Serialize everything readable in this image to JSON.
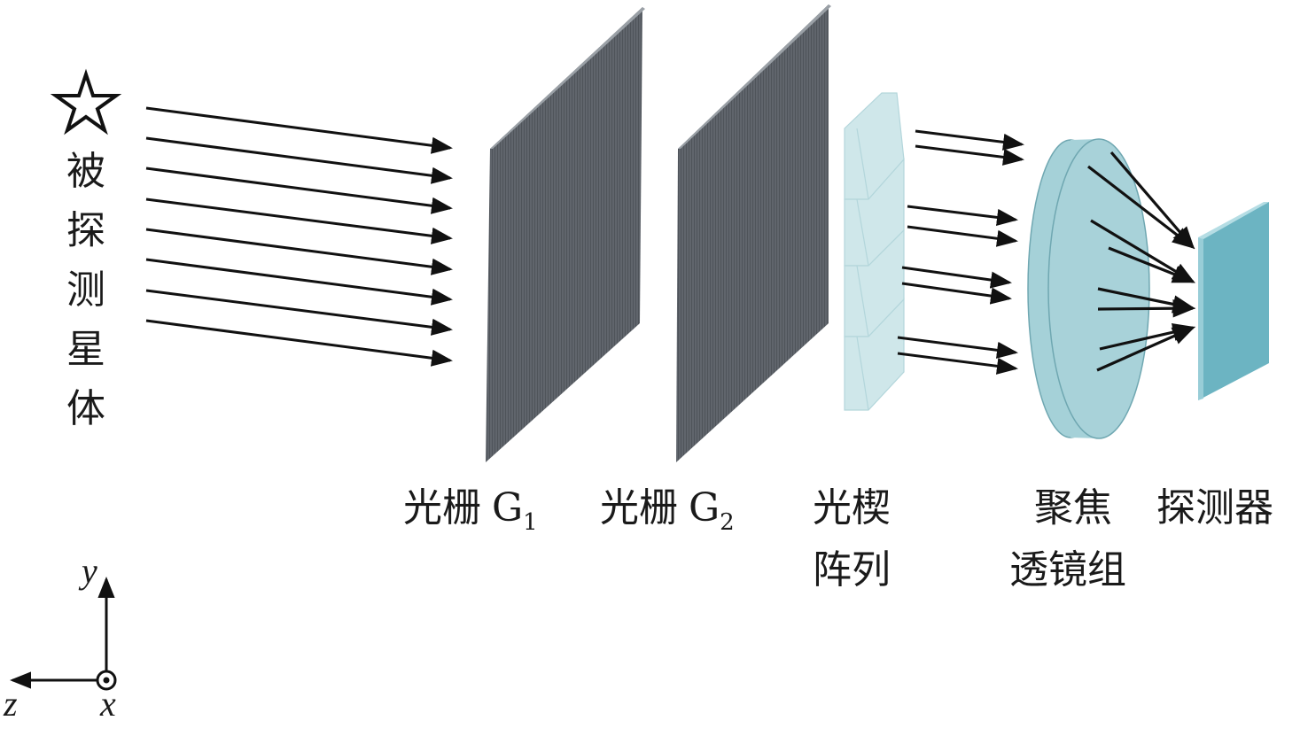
{
  "source": {
    "label_chars": [
      "被",
      "探",
      "测",
      "星",
      "体"
    ],
    "icon": "star-icon"
  },
  "components": {
    "grating1": {
      "name": "光栅",
      "letter": "G",
      "sub": "1"
    },
    "grating2": {
      "name": "光栅",
      "letter": "G",
      "sub": "2"
    },
    "wedge": {
      "line1": "光楔",
      "line2": "阵列"
    },
    "lens": {
      "line1": "聚焦",
      "line2": "透镜组"
    },
    "detector": {
      "name": "探测器"
    }
  },
  "axes": {
    "y": "y",
    "z": "z",
    "x": "x"
  },
  "colors": {
    "grating": "#5e636a",
    "wedge": "#cfe7ea",
    "lens": "#a5d1d8",
    "detector": "#6cb4c2"
  }
}
